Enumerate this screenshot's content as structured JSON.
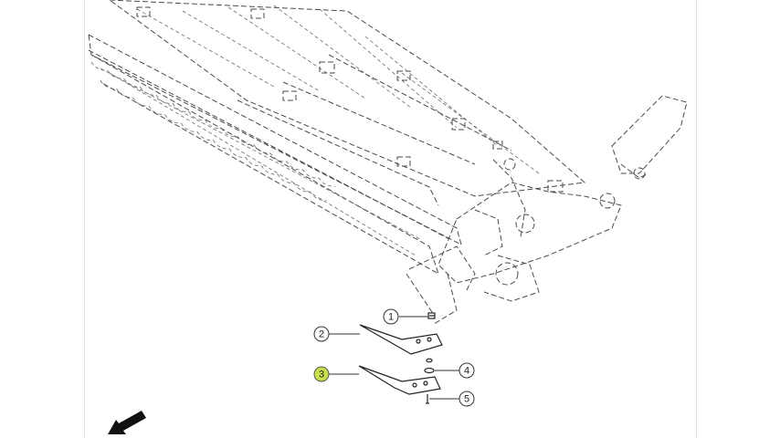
{
  "diagram": {
    "callouts": [
      {
        "id": "1",
        "highlighted": false
      },
      {
        "id": "2",
        "highlighted": false
      },
      {
        "id": "3",
        "highlighted": true
      },
      {
        "id": "4",
        "highlighted": false
      },
      {
        "id": "5",
        "highlighted": false
      }
    ],
    "highlight_color": "#c8e04a",
    "icons": {
      "direction": "direction-arrow-icon"
    }
  }
}
